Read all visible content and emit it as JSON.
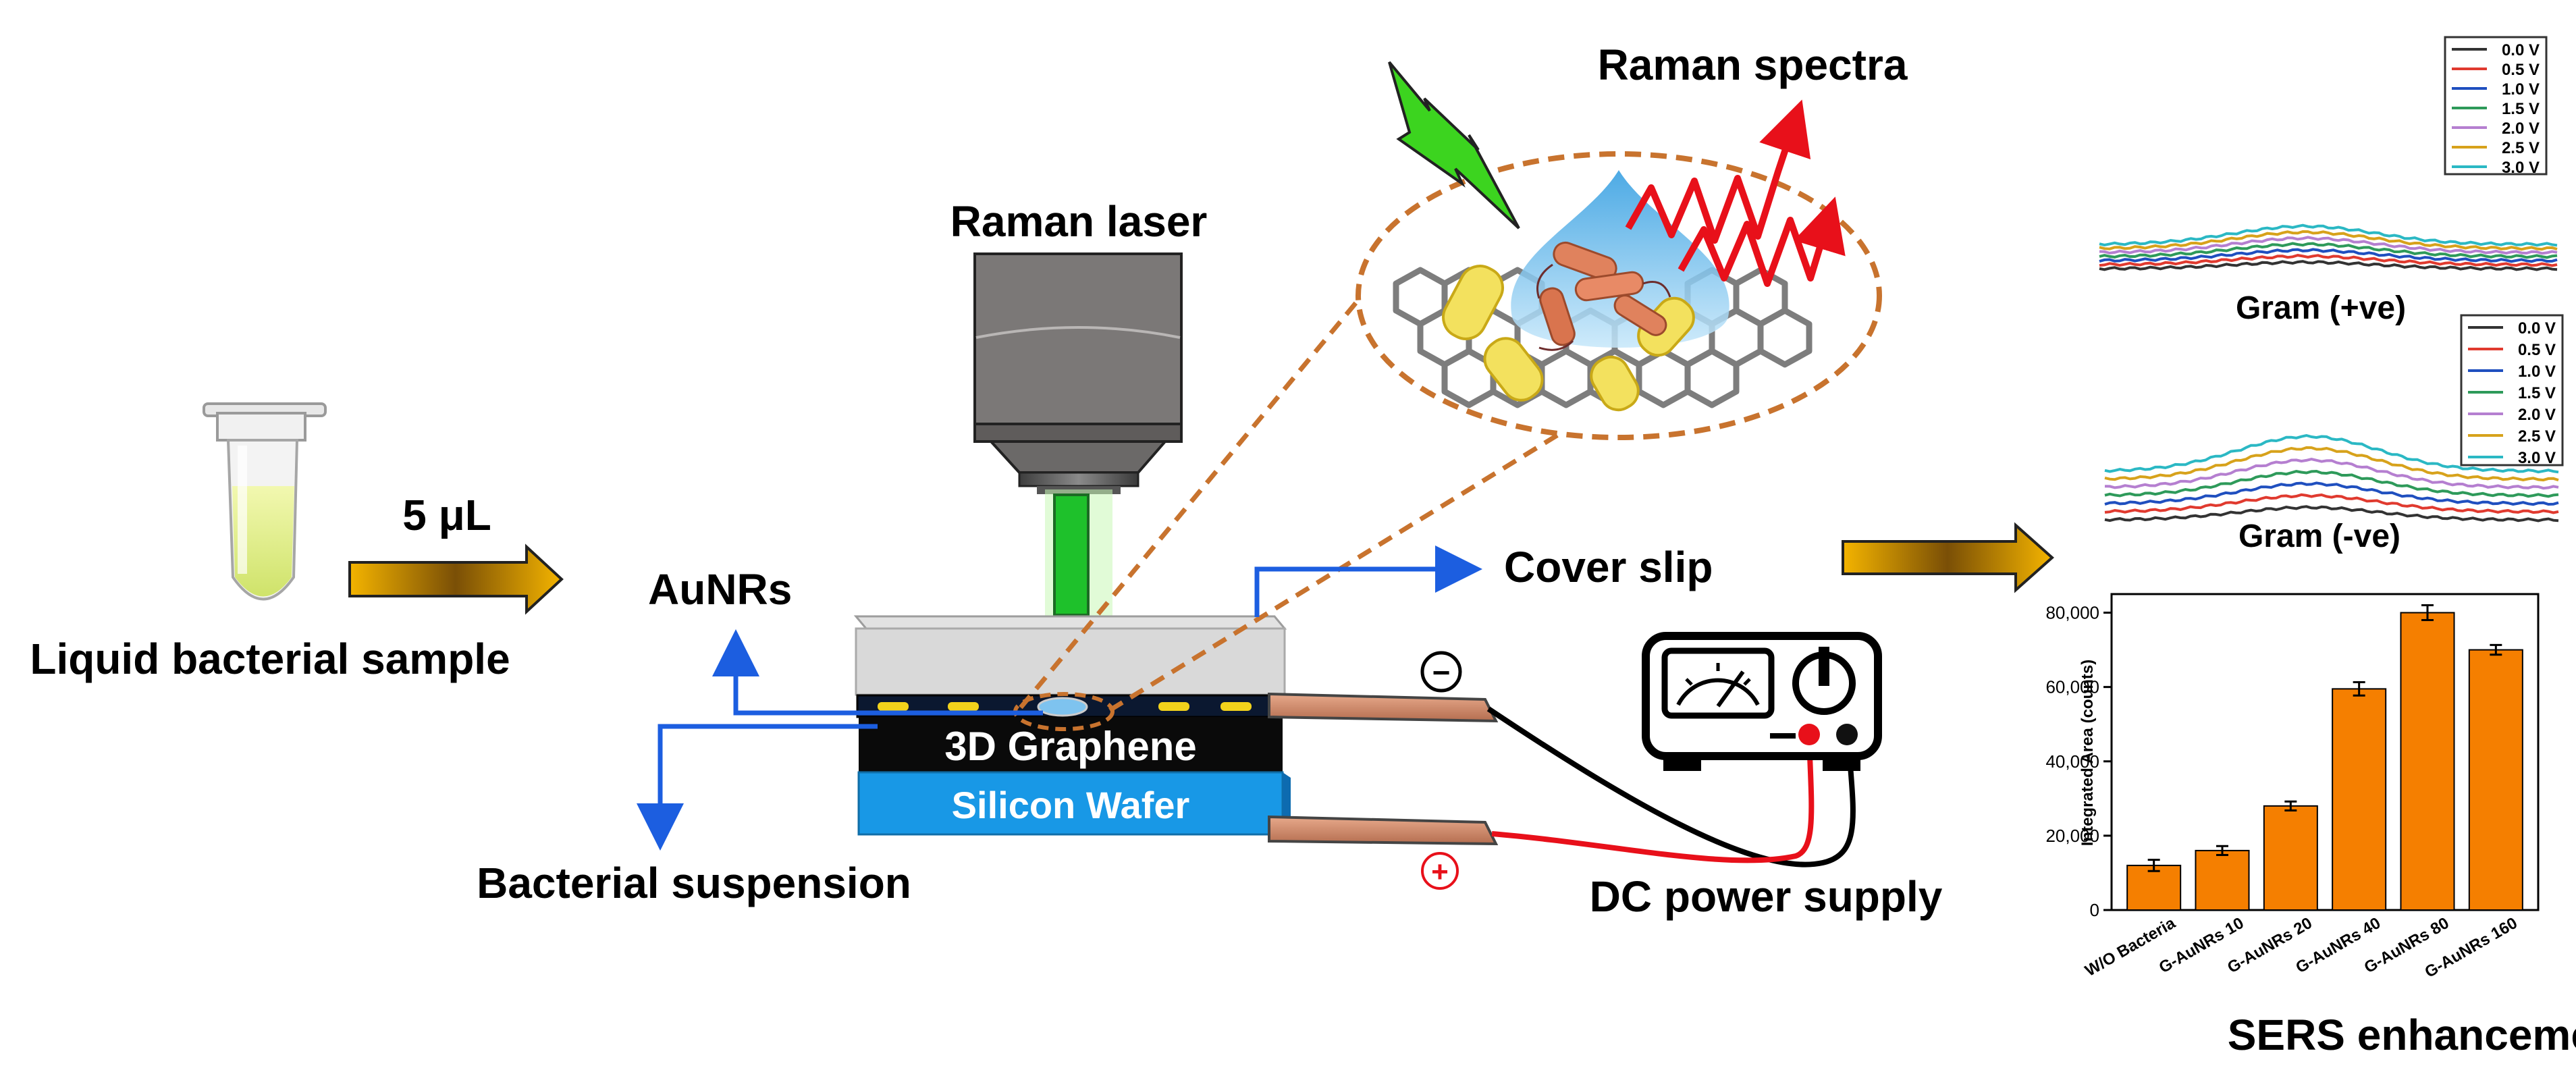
{
  "labels": {
    "liquid_sample": "Liquid bacterial sample",
    "volume": "5 μL",
    "aunrs": "AuNRs",
    "bacterial_suspension": "Bacterial suspension",
    "raman_laser": "Raman laser",
    "raman_spectra": "Raman spectra",
    "cover_slip": "Cover slip",
    "graphene": "3D Graphene",
    "silicon": "Silicon Wafer",
    "dc_power": "DC power supply",
    "minus": "−",
    "plus": "+",
    "gram_pos": "Gram (+ve)",
    "gram_neg": "Gram (-ve)",
    "sers": "SERS enhancement"
  },
  "spectra": {
    "legend": [
      "0.0 V",
      "0.5 V",
      "1.0 V",
      "1.5 V",
      "2.0 V",
      "2.5 V",
      "3.0 V"
    ],
    "colors": [
      "#333333",
      "#e03a2f",
      "#1f4fbf",
      "#2e9a5a",
      "#b57fd0",
      "#d7a21b",
      "#2bb8c4"
    ]
  },
  "chart_data": {
    "type": "bar",
    "categories": [
      "W/O Bacteria",
      "G-AuNRs 10",
      "G-AuNRs 20",
      "G-AuNRs 40",
      "G-AuNRs 80",
      "G-AuNRs 160"
    ],
    "values": [
      12000,
      16000,
      28000,
      59500,
      80000,
      70000
    ],
    "errors": [
      1500,
      1200,
      1200,
      1800,
      2000,
      1300
    ],
    "ylabel": "Integrated Area (counts)",
    "yticks": [
      "0",
      "20,000",
      "40,000",
      "60,000",
      "80,000"
    ],
    "ylim": [
      0,
      85000
    ],
    "bar_color": "#f57f00"
  }
}
